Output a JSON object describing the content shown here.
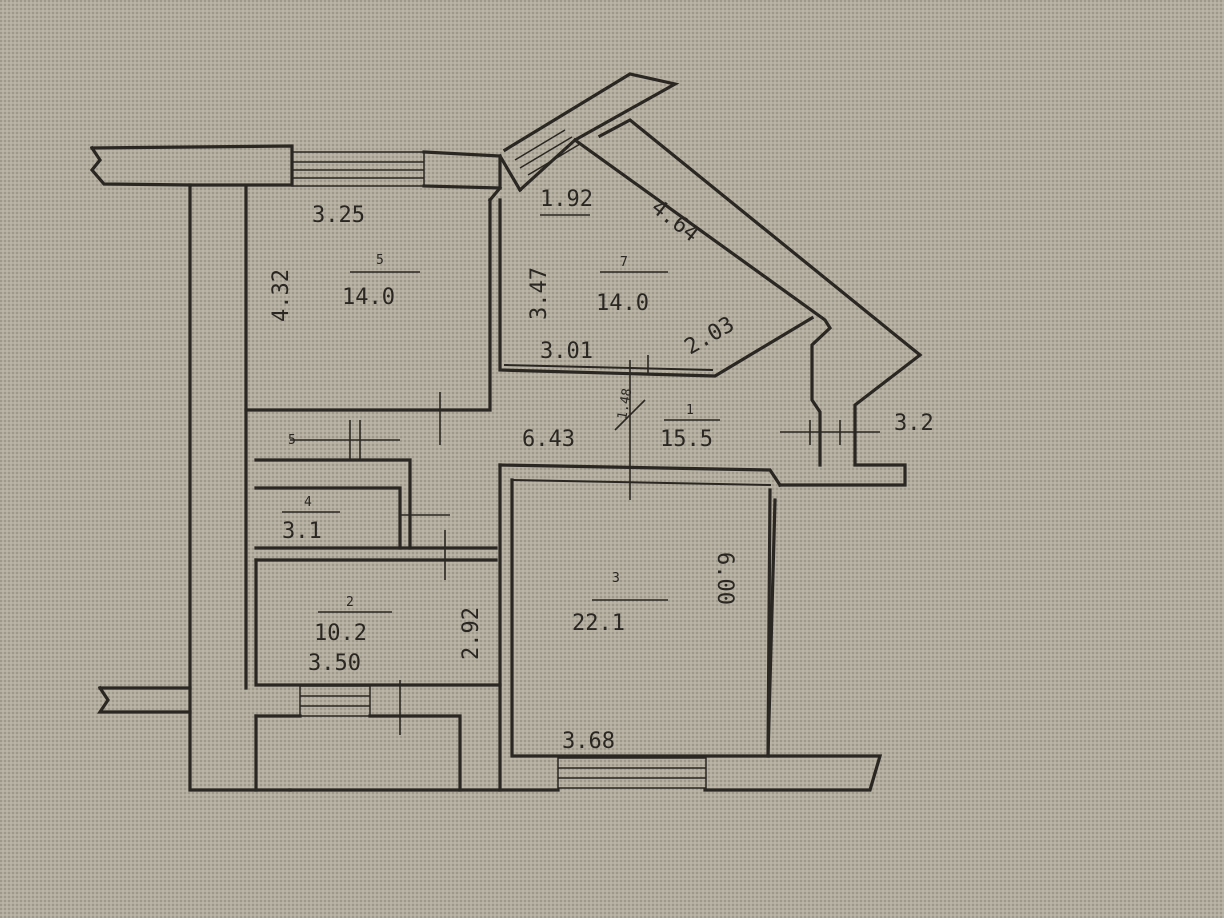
{
  "plan": {
    "rooms": {
      "room_top_left": {
        "number": "5",
        "area": "14.0",
        "width": "3.25",
        "depth": "4.32"
      },
      "room_top_right": {
        "number": "7",
        "area": "14.0",
        "dim_top": "1.92",
        "dim_left": "3.47",
        "dim_diag": "4.64",
        "dim_bottom": "3.01",
        "dim_right": "2.03"
      },
      "hall": {
        "number": "1",
        "area": "15.5",
        "length": "6.43",
        "width": "1.48",
        "dim_right": "3.2"
      },
      "corridor": {
        "number": "5"
      },
      "bathroom": {
        "number": "4",
        "area": "3.1"
      },
      "kitchen": {
        "number": "2",
        "area": "10.2",
        "width": "3.50",
        "depth": "2.92"
      },
      "living": {
        "number": "3",
        "area": "22.1",
        "width": "3.68",
        "depth": "6.00"
      }
    }
  }
}
